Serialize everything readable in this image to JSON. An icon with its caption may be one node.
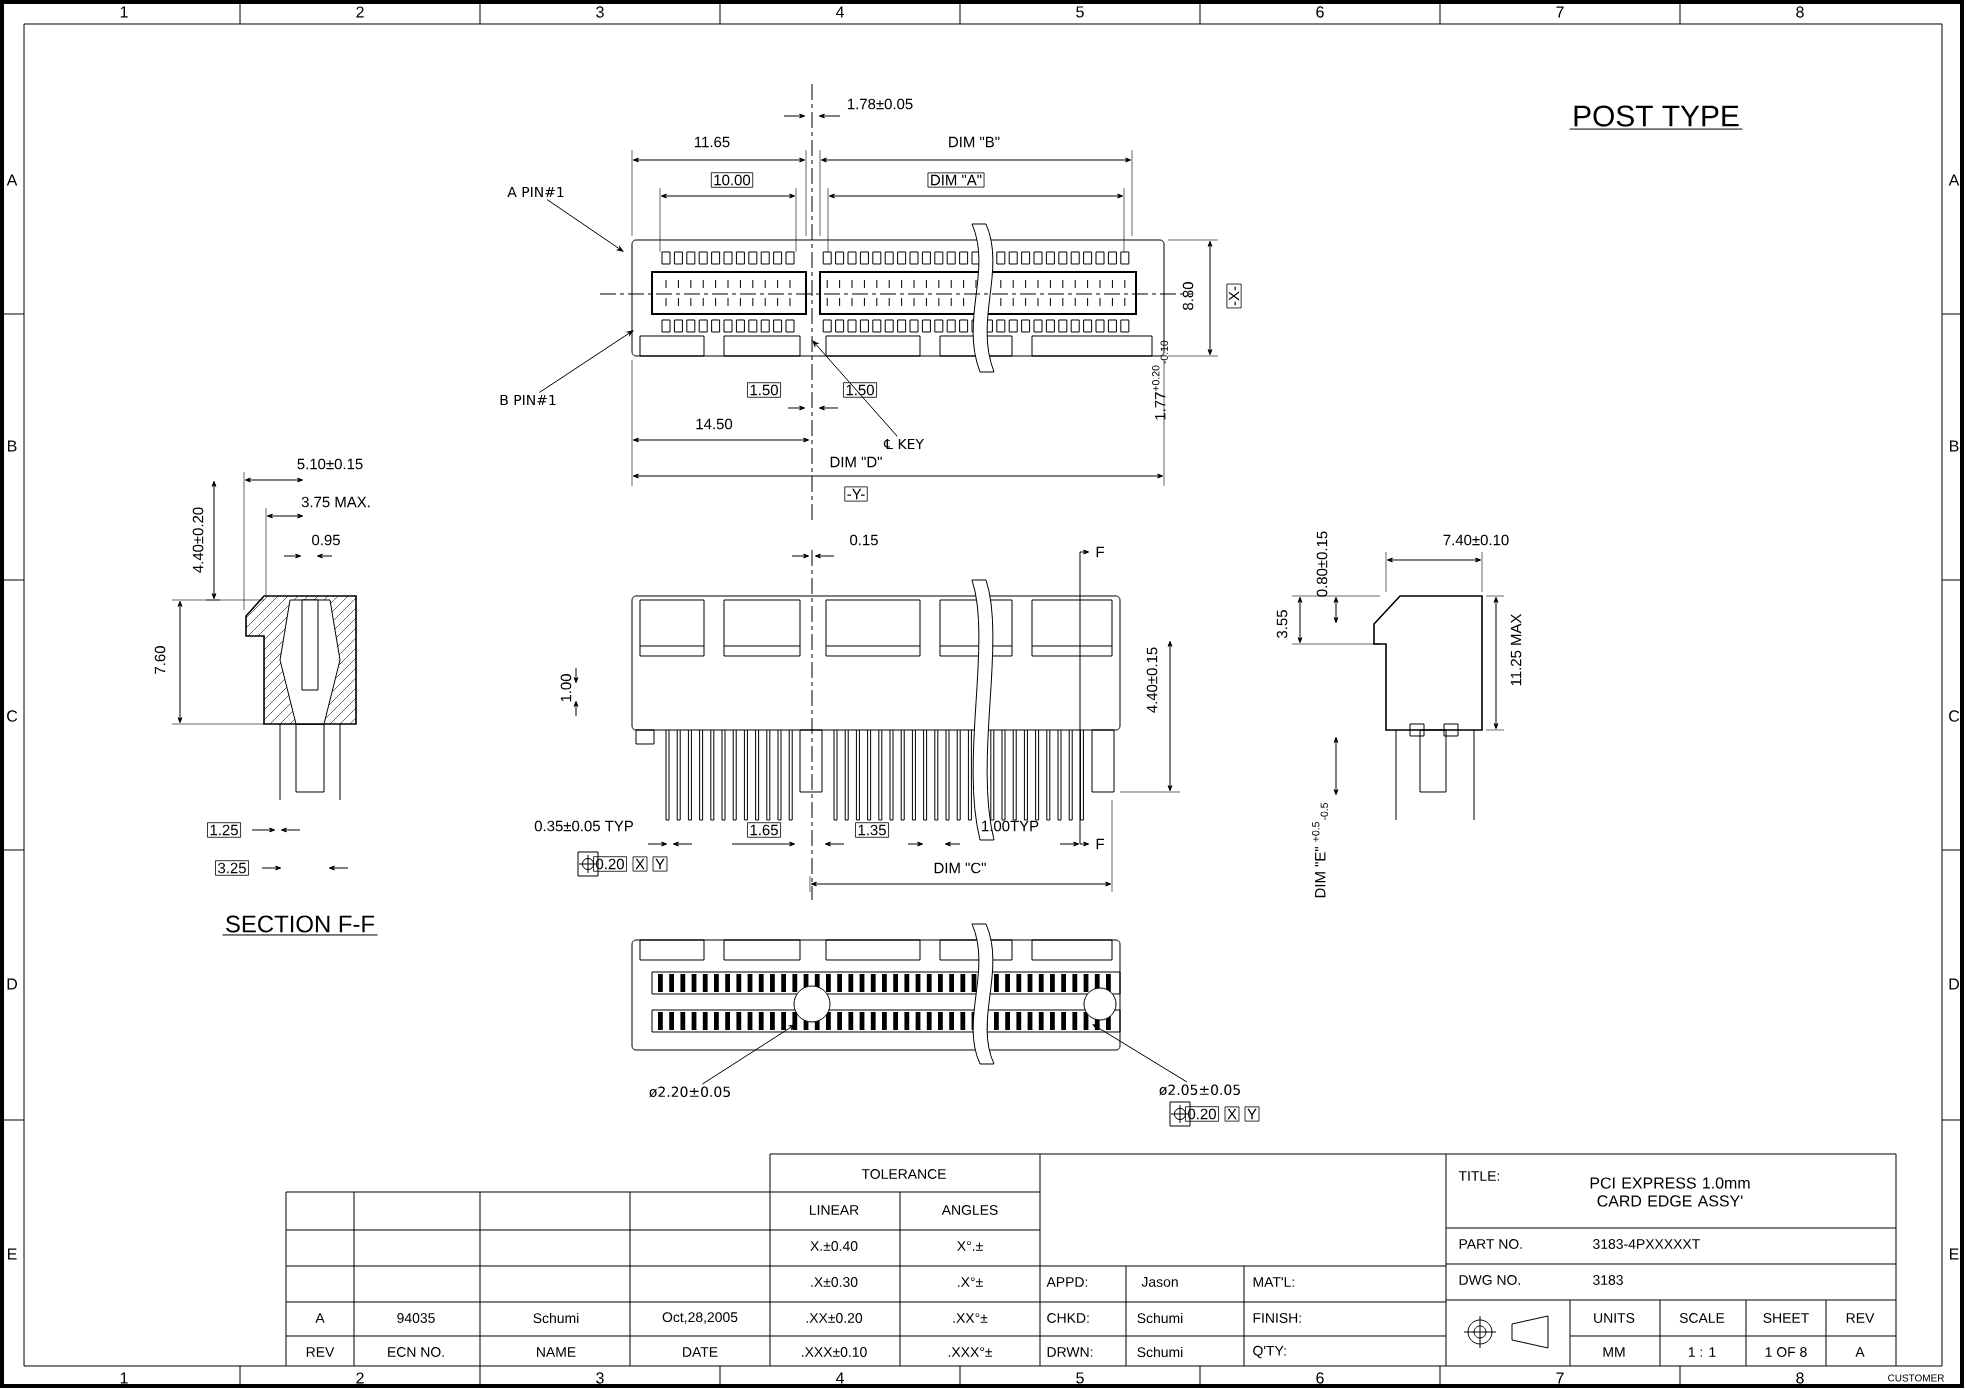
{
  "diagram": {
    "title": "POST TYPE",
    "nodes": [
      {
        "text": [
          "A PIN#1"
        ]
      },
      {
        "text": [
          "B PIN#1"
        ]
      },
      {
        "text": [
          "℄ KEY"
        ]
      },
      {
        "text": [
          "ø2.20±0.05"
        ]
      },
      {
        "text": [
          "ø2.05±0.05"
        ]
      }
    ],
    "edges": [
      {
        "from": 0,
        "to": null,
        "arrow": "to"
      },
      {
        "from": 1,
        "to": null,
        "arrow": "to"
      },
      {
        "from": 2,
        "to": null,
        "arrow": "to"
      },
      {
        "from": 3,
        "to": null,
        "arrow": "to"
      },
      {
        "from": 4,
        "to": null,
        "arrow": "to"
      }
    ],
    "labels": [
      "1",
      "2",
      "3",
      "4",
      "5",
      "6",
      "7",
      "8",
      "A",
      "A",
      "1.78±0.05",
      "11.65",
      "DIM \"B\"",
      "10.00",
      "DIM \"A\"",
      "8.80",
      "-X-",
      "1.50",
      "1.50",
      "1.77$^{+0.20}$$_{-0.10}$",
      "14.50",
      "DIM \"D\"",
      "B",
      "B",
      "5.10±0.15",
      "-Y-",
      "3.75 MAX.",
      "0.95",
      "0.15",
      "F",
      "7.40±0.10",
      "4.40±0.20",
      "0.80±0.15",
      "3.55",
      "7.60",
      "1.00",
      "4.40±0.15",
      "11.25 MAX",
      "C",
      "C",
      "1.25",
      "0.35±0.05 TYP",
      "1.65",
      "1.35",
      "1.00TYP",
      "F",
      "DIM \"E\" $^{+0.5}$$_{-0.5}$",
      "3.25",
      "0.20",
      "X",
      "Y",
      "DIM \"C\"",
      "SECTION F-F",
      "D",
      "D",
      "0.20",
      "X",
      "Y",
      "TOLERANCE",
      "LINEAR",
      "ANGLES",
      "TITLE:",
      "PCI EXPRESS 1.0mm CARD EDGE ASSY'",
      "X.±0.40",
      "X°.±",
      "PART NO.",
      "3183-4PXXXXXT",
      "E",
      "E",
      ".X±0.30",
      ".X°±",
      "APPD:",
      "Jason",
      "MAT'L:",
      "DWG NO.",
      "3183",
      "A",
      "94035",
      "Schumi",
      "Oct,28,2005",
      ".XX±0.20",
      ".XX°±",
      "CHKD:",
      "Schumi",
      "FINISH:",
      "UNITS",
      "SCALE",
      "SHEET",
      "REV",
      "REV",
      "ECN NO.",
      "NAME",
      "DATE",
      ".XXX±0.10",
      ".XXX°±",
      "DRWN:",
      "Schumi",
      "Q'TY:",
      "MM",
      "1 : 1",
      "1 OF 8",
      "A",
      "1",
      "2",
      "3",
      "4",
      "5",
      "6",
      "7",
      "8",
      "CUSTOMER"
    ]
  }
}
